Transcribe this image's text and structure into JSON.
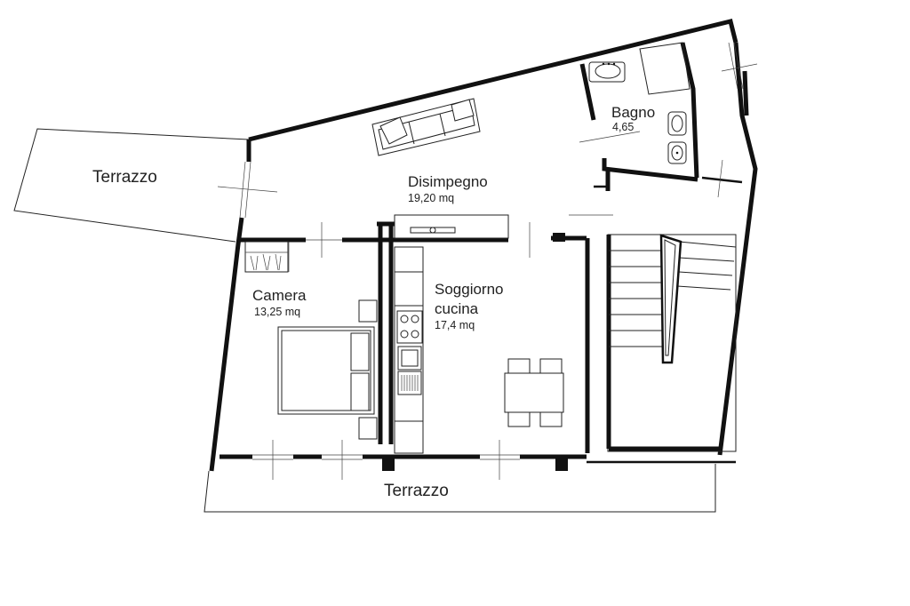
{
  "plan": {
    "terrace_left": {
      "name": "Terrazzo"
    },
    "terrace_bottom": {
      "name": "Terrazzo"
    },
    "hallway": {
      "name": "Disimpegno",
      "area": "19,20 mq"
    },
    "bathroom": {
      "name": "Bagno",
      "area": "4,65"
    },
    "bedroom": {
      "name": "Camera",
      "area": "13,25 mq"
    },
    "living": {
      "name_line1": "Soggiorno",
      "name_line2": "cucina",
      "area": "17,4 mq"
    }
  }
}
